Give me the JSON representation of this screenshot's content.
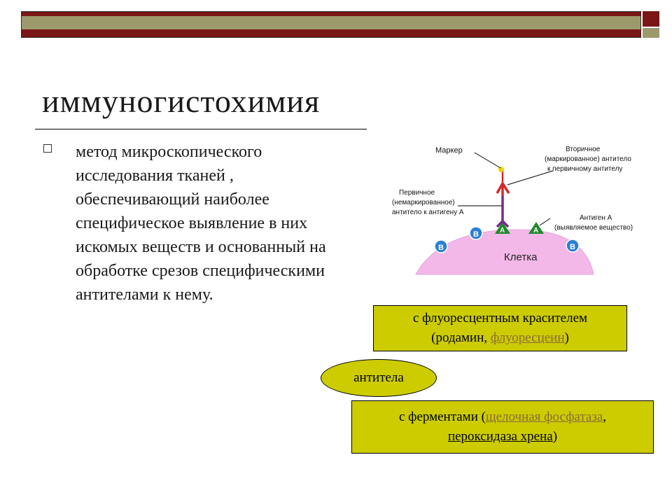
{
  "slide": {
    "title": "иммуногистохимия",
    "bullet": "метод микроскопического исследования тканей , обеспечивающий наиболее специфическое выявление в них искомых веществ и основанный на обработке срезов специфическими антителами к нему."
  },
  "diagram": {
    "marker_label": "Маркер",
    "secondary_line1": "Вторичное",
    "secondary_line2": "(маркированное) антитело",
    "secondary_line3": "к первичному антителу",
    "primary_line1": "Первичное",
    "primary_line2": "(немаркированное)",
    "primary_line3": "антитело к антигену А",
    "antigen_line1": "Антиген А",
    "antigen_line2": "(выявляемое вещество)",
    "cell_label": "Клетка",
    "antigen_a": "A",
    "antigen_b": "B",
    "colors": {
      "cell": "#f4b8e8",
      "antigen_b": "#2a7fd4",
      "antigen_a": "#1f8a2a",
      "antibody_primary": "#7a2a8c",
      "antibody_secondary": "#d42a2a",
      "marker": "#e8d400"
    }
  },
  "fluor_box": {
    "line1": "с флуоресцентным красителем",
    "line2_prefix": "(родамин, ",
    "line2_link": "флуоресцеин",
    "line2_suffix": ")"
  },
  "antibodies_label": "антитела",
  "enzyme_box": {
    "line1_prefix": "с ферментами (",
    "line1_link": "щелочная фосфатаза",
    "line1_suffix": ",",
    "line2_link": "пероксидаза хрена",
    "line2_suffix": ")"
  }
}
